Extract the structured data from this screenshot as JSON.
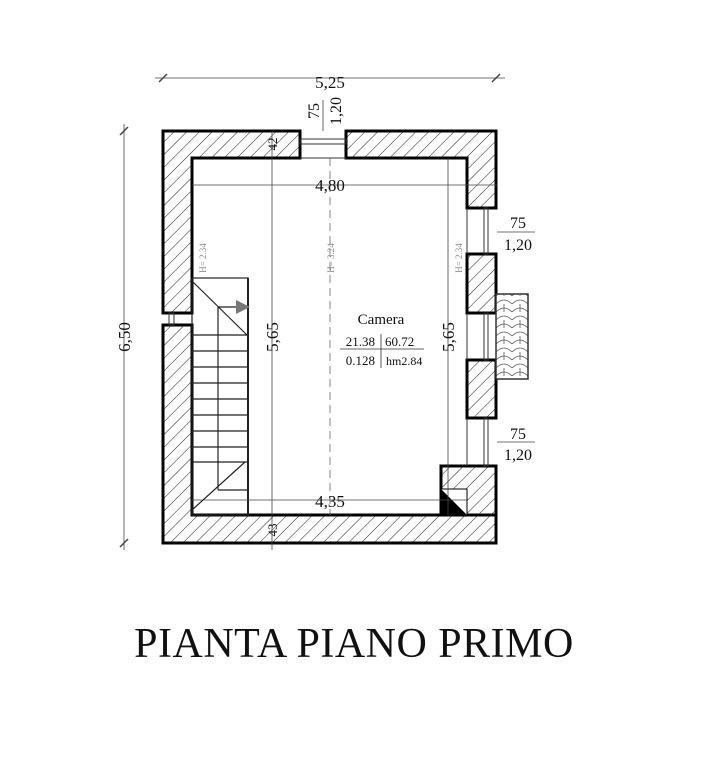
{
  "title": "PIANTA PIANO PRIMO",
  "room": {
    "name": "Camera",
    "area": "21.38",
    "volume": "60.72",
    "ratio": "0.128",
    "height": "hm2.84"
  },
  "dimensions": {
    "overall_width": "5,25",
    "overall_height": "6,50",
    "inner_width_top": "4,80",
    "inner_width_bottom": "4,35",
    "inner_height_left": "5,65",
    "inner_height_right": "5,65",
    "wall_top": "42",
    "wall_bottom": "43"
  },
  "windows": [
    {
      "sill": "75",
      "height": "1,20"
    },
    {
      "sill": "75",
      "height": "1,20"
    },
    {
      "sill": "75",
      "height": "1,20"
    }
  ],
  "heights": {
    "left": "H= 2.34",
    "center": "H= 3.24",
    "right": "H= 2.34"
  }
}
